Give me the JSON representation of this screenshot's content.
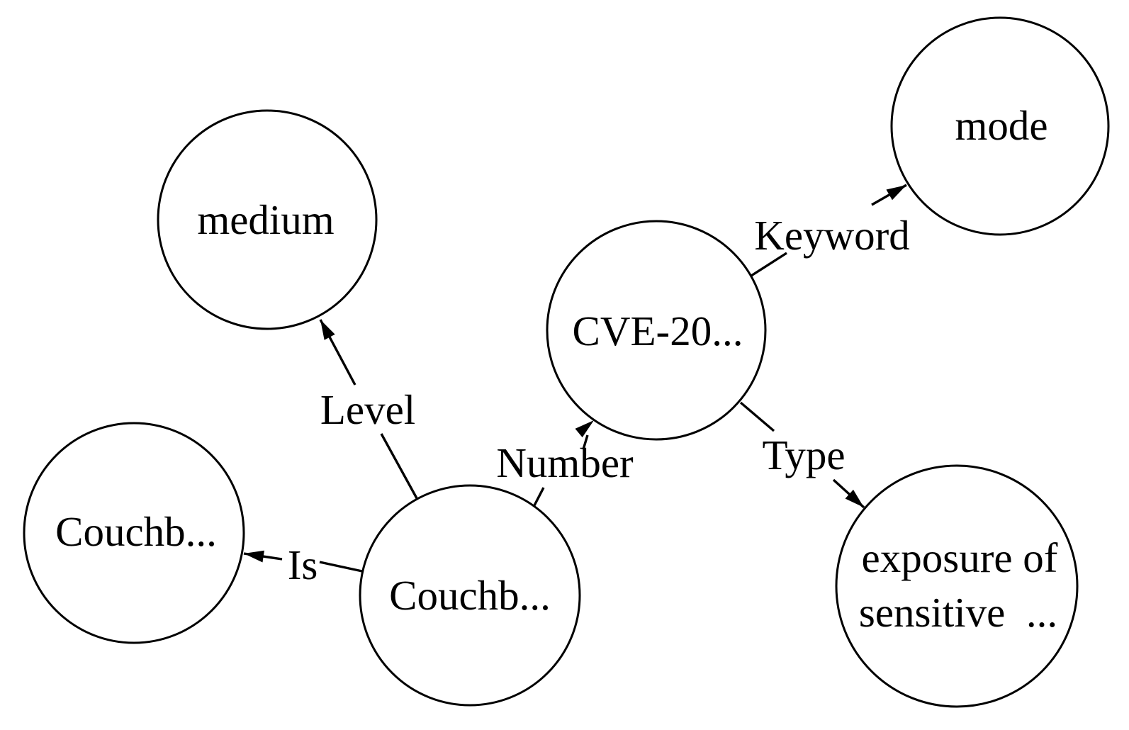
{
  "graph": {
    "background_color": "#ffffff",
    "stroke_color": "#000000",
    "nodes": [
      {
        "id": "medium",
        "label": "medium"
      },
      {
        "id": "mode",
        "label": "mode"
      },
      {
        "id": "cve",
        "label": "CVE-20..."
      },
      {
        "id": "couchbase-left",
        "label": "Couchb..."
      },
      {
        "id": "couchbase-main",
        "label": "Couchb..."
      },
      {
        "id": "exposure",
        "label_line1": "exposure of",
        "label_line2": "sensitive  ..."
      }
    ],
    "edges": [
      {
        "label": "Level",
        "from": "couchbase-main",
        "to": "medium"
      },
      {
        "label": "Is",
        "from": "couchbase-main",
        "to": "couchbase-left"
      },
      {
        "label": "Number",
        "from": "couchbase-main",
        "to": "cve"
      },
      {
        "label": "Keyword",
        "from": "cve",
        "to": "mode"
      },
      {
        "label": "Type",
        "from": "cve",
        "to": "exposure"
      }
    ]
  }
}
